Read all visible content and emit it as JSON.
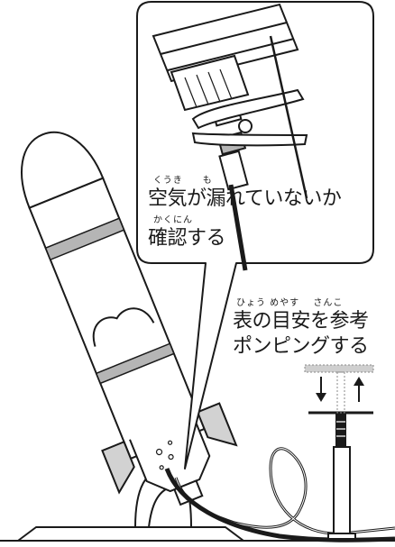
{
  "callout": {
    "ruby_line1": "くうき　　も",
    "line1": "空気が漏れていないか",
    "ruby_line2": "かくにん",
    "line2": "確認する"
  },
  "instruction": {
    "ruby_line1": "ひょう めやす　 さんこ",
    "line1": "表の目安を参考",
    "line2": "ポンピングする"
  },
  "icons": {
    "rocket": "bottle-rocket-icon",
    "pump": "air-pump-icon",
    "clip": "clip-icon",
    "arrows": "up-down-arrows-icon"
  },
  "colors": {
    "line": "#1a1a1a",
    "band": "#b5b5b5",
    "dashed": "#8a8a8a"
  }
}
